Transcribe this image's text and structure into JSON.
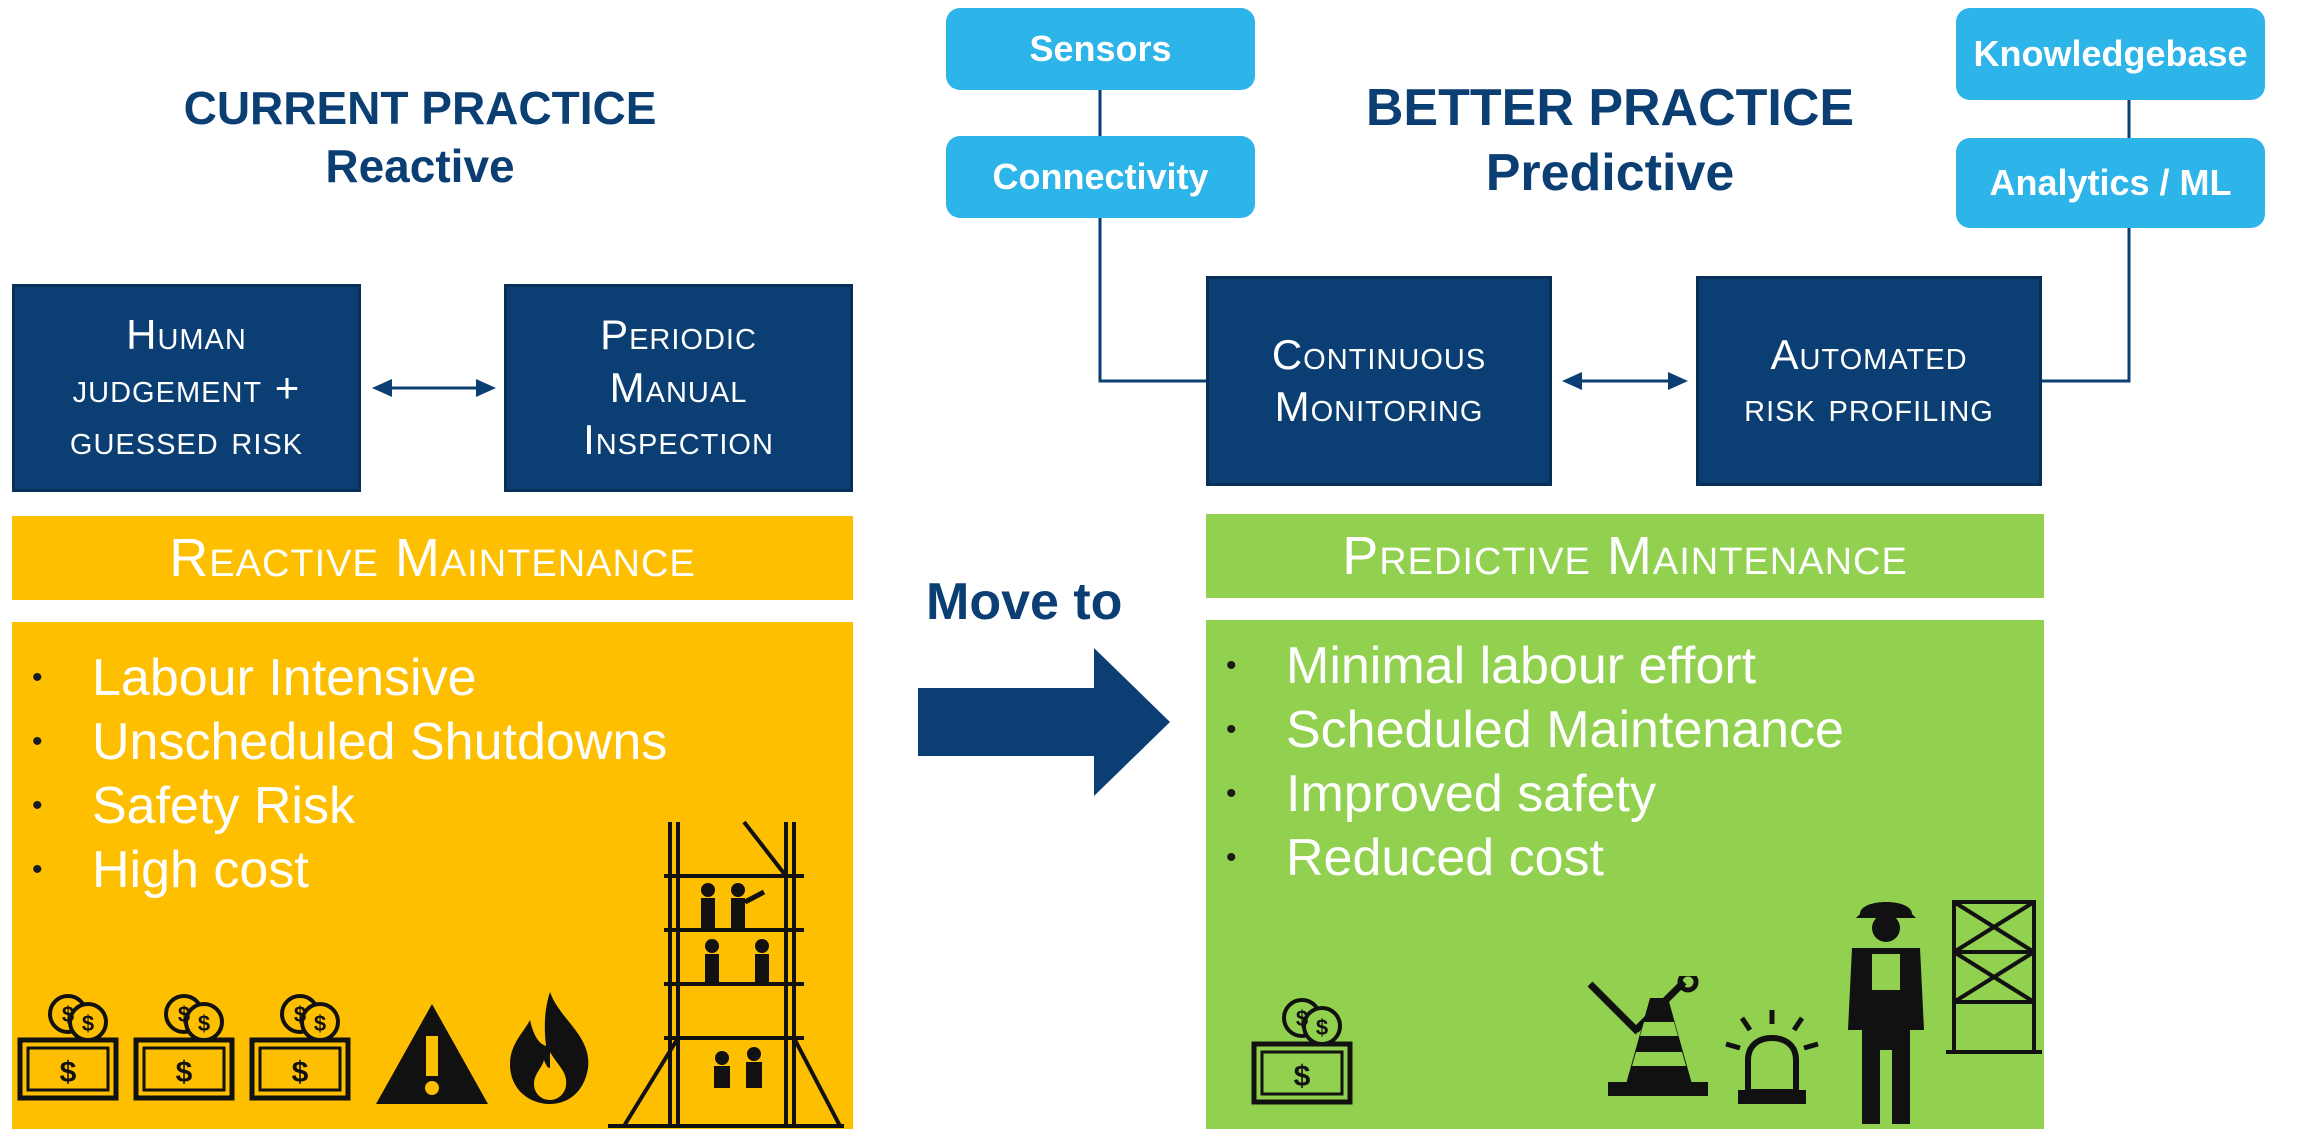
{
  "left": {
    "heading_line1": "CURRENT PRACTICE",
    "heading_line2": "Reactive",
    "box1_lines": [
      "Human",
      "judgement +",
      "guessed risk"
    ],
    "box2_lines": [
      "Periodic",
      "Manual",
      "Inspection"
    ],
    "band_label": "Reactive Maintenance",
    "bullets": [
      "Labour Intensive",
      "Unscheduled Shutdowns",
      "Safety Risk",
      "High cost"
    ]
  },
  "middle": {
    "move_label": "Move to"
  },
  "right": {
    "heading_line1": "BETTER PRACTICE",
    "heading_line2": "Predictive",
    "pills": [
      "Sensors",
      "Connectivity",
      "Knowledgebase",
      "Analytics / ML"
    ],
    "box1_lines": [
      "Continuous",
      "Monitoring"
    ],
    "box2_lines": [
      "Automated",
      "risk profiling"
    ],
    "band_label": "Predictive Maintenance",
    "bullets": [
      "Minimal labour effort",
      "Scheduled Maintenance",
      "Improved safety",
      "Reduced cost"
    ]
  },
  "colors": {
    "navy": "#0b3f73",
    "sky_blue": "#2db4e8",
    "amber": "#fdbf00",
    "green": "#92d050"
  },
  "icons": {
    "left": [
      "money-icon",
      "money-icon",
      "money-icon",
      "warning-icon",
      "fire-icon",
      "scaffold-workers-icon"
    ],
    "right": [
      "money-icon",
      "tools-cone-icon",
      "alarm-beacon-icon",
      "worker-scaffold-icon"
    ]
  }
}
